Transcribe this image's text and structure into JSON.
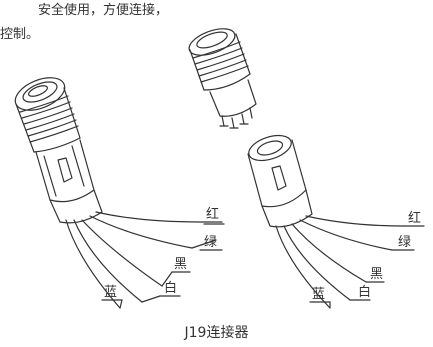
{
  "intro": {
    "line1": "安全使用，方便连接，",
    "line2": "控制。"
  },
  "left_connector": {
    "wire_labels": [
      "红",
      "绿",
      "黑",
      "白",
      "蓝"
    ]
  },
  "right_connector": {
    "wire_labels": [
      "红",
      "绿",
      "黑",
      "白",
      "蓝"
    ]
  },
  "caption": "J19连接器"
}
